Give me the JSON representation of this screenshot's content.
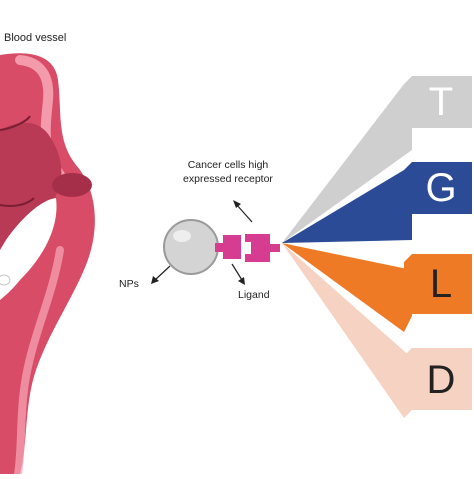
{
  "labels": {
    "blood_vessel": "Blood vessel",
    "cancer_receptor": "Cancer cells high expressed receptor",
    "nps": "NPs",
    "ligand": "Ligand"
  },
  "categories": [
    {
      "letter": "T",
      "color": "#cfcfcf",
      "text_color": "#ffffff"
    },
    {
      "letter": "G",
      "color": "#2b4b96",
      "text_color": "#ffffff"
    },
    {
      "letter": "L",
      "color": "#ef7a25",
      "text_color": "#222222"
    },
    {
      "letter": "D",
      "color": "#f6d2c2",
      "text_color": "#222222"
    }
  ],
  "colors": {
    "vessel": "#d94c68",
    "vessel_light": "#f7a9b6",
    "vessel_dark": "#a52f49",
    "ligand": "#d63c8f",
    "nanoparticle": "#d4d4d4"
  }
}
